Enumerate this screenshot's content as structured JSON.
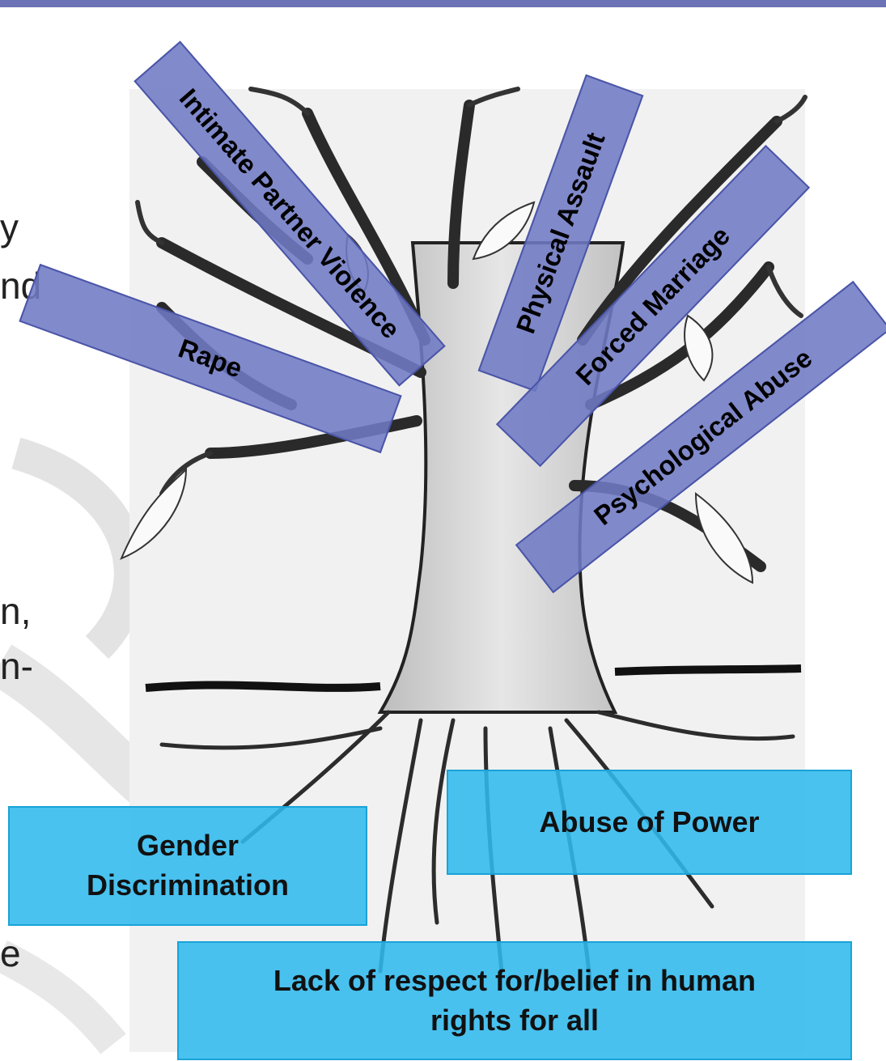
{
  "branches": {
    "ipv": "Intimate Partner Violence",
    "physical": "Physical Assault",
    "forced": "Forced Marriage",
    "psych": "Psychological Abuse",
    "rape": "Rape"
  },
  "roots": {
    "gender_line1": "Gender",
    "gender_line2": "Discrimination",
    "power": "Abuse of Power",
    "respect_line1": "Lack of respect for/belief in human",
    "respect_line2": "rights for all"
  },
  "partial_text": {
    "line1": "y",
    "line2": "nd",
    "line3": "n,",
    "line4": "n-",
    "line5": "e"
  },
  "colors": {
    "topbar": "#6b72b5",
    "branch_fill": "#707ac4",
    "root_fill": "#30baee"
  }
}
